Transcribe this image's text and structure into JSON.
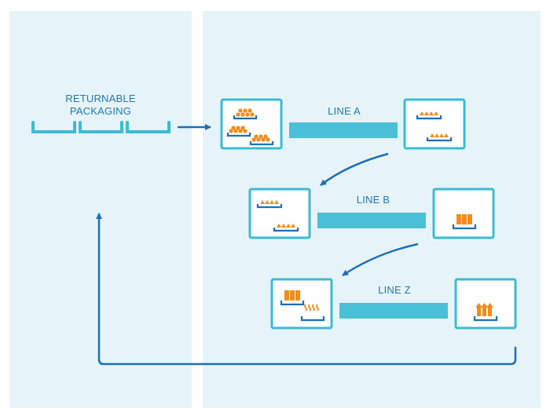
{
  "colors": {
    "panel_bg": "#e6f4f9",
    "station_border": "#3bbbd4",
    "conveyor": "#49c0d8",
    "tray": "#1a6fb8",
    "product": "#f28c1c",
    "arrow": "#1a6fb8",
    "label": "#1e78b4"
  },
  "returnable": {
    "line1": "RETURNABLE",
    "line2": "PACKAGING"
  },
  "lines": [
    {
      "label": "LINE A"
    },
    {
      "label": "LINE B"
    },
    {
      "label": "LINE Z"
    }
  ],
  "icons": {
    "station_a_in": "stacked-round-parts-icon",
    "station_a_out": "triangle-parts-tray-icon",
    "station_b_in": "triangle-parts-tray-icon",
    "station_b_out": "block-parts-tray-icon",
    "station_z_in": "block-and-coil-parts-icon",
    "station_z_out": "arrow-parts-tray-icon"
  }
}
